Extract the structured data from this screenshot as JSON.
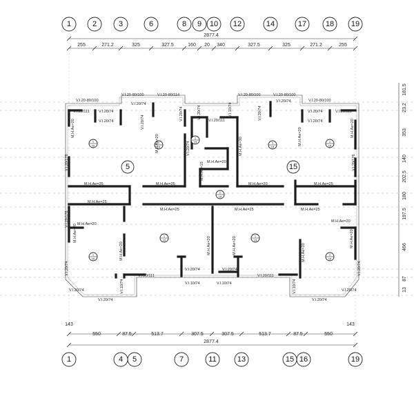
{
  "top_axes": [
    "1",
    "2",
    "3",
    "6",
    "8",
    "9",
    "10",
    "12",
    "14",
    "17",
    "18",
    "19"
  ],
  "bottom_axes": [
    "1",
    "4",
    "5",
    "7",
    "11",
    "13",
    "15",
    "16",
    "19"
  ],
  "top_total": "2877.4",
  "top_dims": [
    "255",
    "271.2",
    "325",
    "327.5",
    "160",
    "20",
    "340",
    "327.5",
    "325",
    "271.2",
    "255"
  ],
  "bottom_total": "2877.4",
  "bottom_dims": [
    "550",
    "87.5",
    "513.7",
    "307.5",
    "307.5",
    "513.7",
    "87.5",
    "550"
  ],
  "bottom_edge_dims": [
    "143",
    "143"
  ],
  "right_dims": [
    "181.5",
    "23.2",
    "353",
    "140",
    "202.5",
    "180",
    "197.5",
    "466",
    "87",
    "13"
  ],
  "zone_labels": [
    "5",
    "15"
  ],
  "marker_label": "1\n15",
  "beam_labels": {
    "vi_20_80_100": "V.I.20-80/100",
    "vi_20_111": "V.I.20/111",
    "vi_20_74": "V.I.20/74",
    "vi_20_176": "V.I.20/176",
    "vi_20_80_114": "V.I.20-80/114",
    "vi_10_74": "V.I.10/74",
    "mha_20": "M.H.Ae=20",
    "mha_25": "M.H.Ae=25",
    "mha_15": "M.H.Ae=15",
    "mha_30": "M.H.Ae=30"
  }
}
